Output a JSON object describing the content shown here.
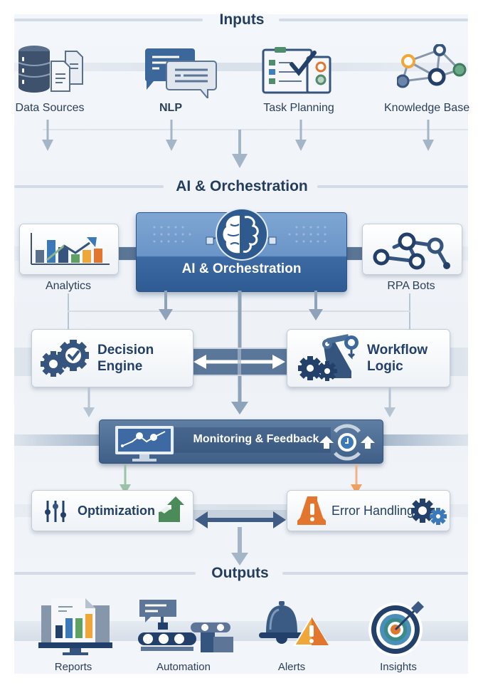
{
  "sections": {
    "inputs": "Inputs",
    "orchestration": "AI & Orchestration",
    "outputs": "Outputs"
  },
  "inputs": [
    {
      "label": "Data Sources",
      "icon": "database-documents-icon"
    },
    {
      "label": "NLP",
      "icon": "chat-bubbles-icon"
    },
    {
      "label": "Task Planning",
      "icon": "checklist-icon"
    },
    {
      "label": "Knowledge Base",
      "icon": "network-graph-icon"
    }
  ],
  "core": {
    "title": "AI & Orchestration",
    "icon": "brain-icon"
  },
  "side_modules": [
    {
      "label": "Analytics",
      "icon": "bar-chart-icon"
    },
    {
      "label": "RPA Bots",
      "icon": "robot-arm-icon"
    }
  ],
  "engines": [
    {
      "line1": "Decision",
      "line2": "Engine",
      "icon": "gears-check-icon"
    },
    {
      "line1": "Workflow",
      "line2": "Logic",
      "icon": "robot-arm-gears-icon"
    }
  ],
  "monitoring": {
    "title": "Monitoring & Feedback",
    "icon_left": "monitor-chart-icon",
    "icon_right": "refresh-clock-icon"
  },
  "controls": [
    {
      "label": "Optimization",
      "icon_left": "sliders-icon",
      "icon_right": "growth-arrow-icon"
    },
    {
      "label": "Error Handling",
      "icon_left": "warning-icon",
      "icon_right": "gears-icon"
    }
  ],
  "outputs": [
    {
      "label": "Reports",
      "icon": "report-monitor-icon"
    },
    {
      "label": "Automation",
      "icon": "conveyor-robot-icon"
    },
    {
      "label": "Alerts",
      "icon": "bell-warning-icon"
    },
    {
      "label": "Insights",
      "icon": "target-icon"
    }
  ],
  "colors": {
    "navy": "#23406a",
    "blue": "#3d6fa8",
    "orange": "#e2762f",
    "green": "#4b8b5a",
    "yellow": "#f0a73a"
  }
}
